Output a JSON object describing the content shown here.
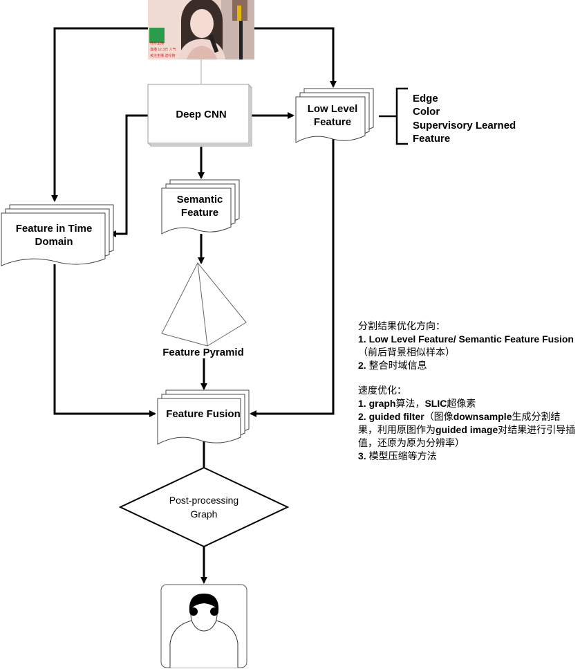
{
  "nodes": {
    "deep_cnn": "Deep CNN",
    "low_level_feature": [
      "Low Level",
      "Feature"
    ],
    "semantic_feature": [
      "Semantic",
      "Feature"
    ],
    "feature_time_domain": [
      "Feature in Time",
      "Domain"
    ],
    "feature_pyramid": "Feature Pyramid",
    "feature_fusion": "Feature Fusion",
    "post_processing": [
      "Post-processing",
      "Graph"
    ]
  },
  "low_level_list": [
    "Edge",
    "Color",
    "Supervisory Learned",
    "Feature"
  ],
  "video_frame_overlay": [
    "丹丹主播",
    "直播 12.3万 人气",
    "关注主播 送礼物"
  ],
  "notes": {
    "seg_heading": "分割结果优化方向：",
    "seg_items": [
      [
        {
          "t": "1. Low Level Feature/ Semantic Feature Fusion",
          "b": true
        },
        {
          "t": "（前后背景相似样本）",
          "b": false
        }
      ],
      [
        {
          "t": "2. ",
          "b": true
        },
        {
          "t": "整合时域信息",
          "b": false
        }
      ]
    ],
    "speed_heading": "速度优化：",
    "speed_items": [
      [
        {
          "t": "1. graph",
          "b": true
        },
        {
          "t": "算法，",
          "b": false
        },
        {
          "t": "SLIC",
          "b": true
        },
        {
          "t": "超像素",
          "b": false
        }
      ],
      [
        {
          "t": "2. guided filter",
          "b": true
        },
        {
          "t": "（图像",
          "b": false
        },
        {
          "t": "downsample",
          "b": true
        },
        {
          "t": "生成分割结果，利用原图作为",
          "b": false
        },
        {
          "t": "guided image",
          "b": true
        },
        {
          "t": "对结果进行引导插值，还原为原为分辨率）",
          "b": false
        }
      ],
      [
        {
          "t": "3. ",
          "b": true
        },
        {
          "t": "模型压缩等方法",
          "b": false
        }
      ]
    ]
  },
  "colors": {
    "arrow": "#000000",
    "box_stroke": "#444444",
    "frame_bg": "#e7c9c0",
    "frame_overlay_text": "#d02020"
  }
}
